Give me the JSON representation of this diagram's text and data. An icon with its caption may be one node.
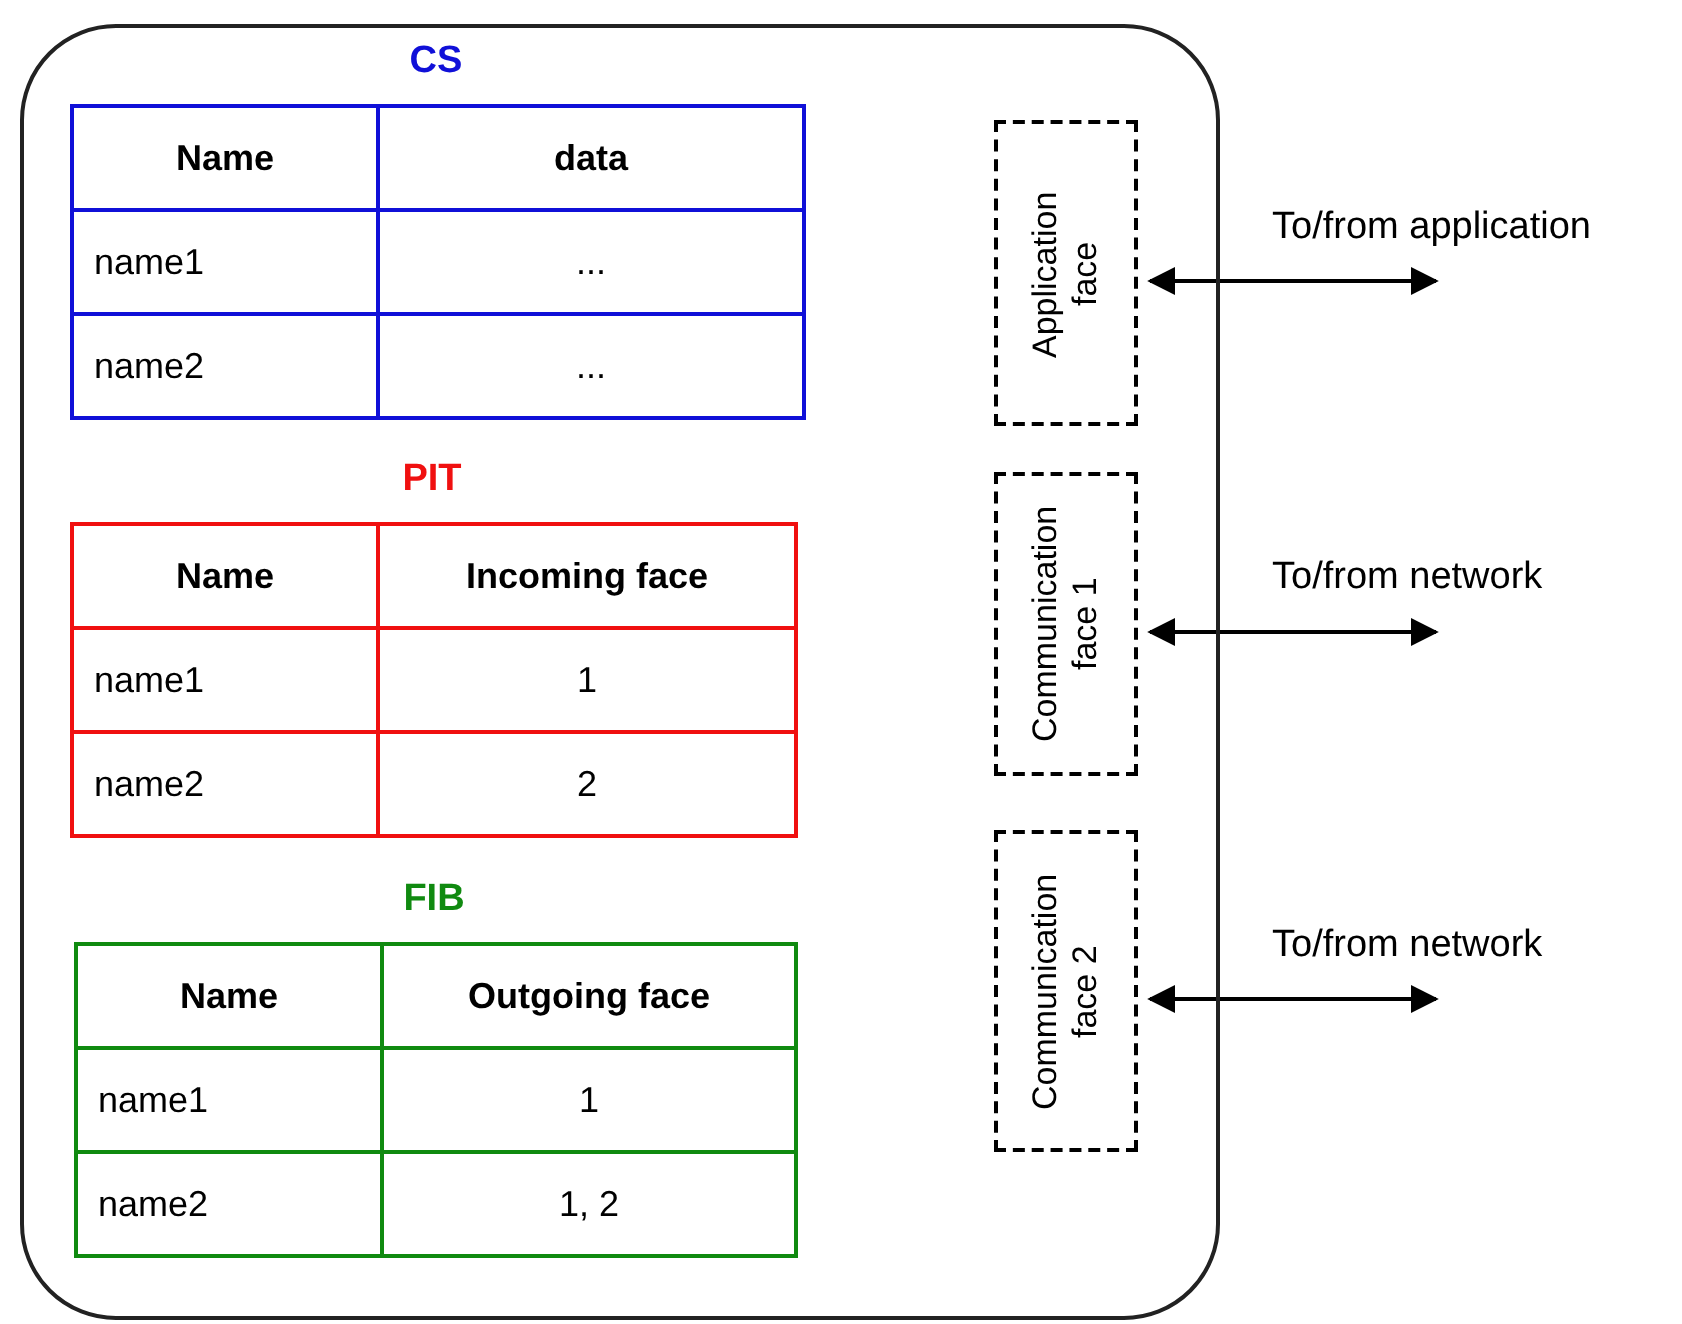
{
  "diagram": {
    "nodes": [
      {
        "text": [],
        "shape": "box"
      },
      {
        "text": [
          "CS",
          "Name",
          "data",
          "name1",
          "...",
          "name2",
          "..."
        ],
        "in": 0
      },
      {
        "text": [
          "PIT",
          "Name",
          "Incoming face",
          "name1",
          "1",
          "name2",
          "2"
        ],
        "in": 0
      },
      {
        "text": [
          "FIB",
          "Name",
          "Outgoing face",
          "name1",
          "1",
          "name2",
          "1, 2"
        ],
        "in": 0
      },
      {
        "text": [
          "Application face"
        ],
        "in": 0
      },
      {
        "text": [
          "Communication face 1"
        ],
        "in": 0
      },
      {
        "text": [
          "Communication face 2"
        ],
        "in": 0
      }
    ],
    "edges": [
      {
        "from": 4,
        "to": null,
        "arrow": "both",
        "label": "To/from application"
      },
      {
        "from": 5,
        "to": null,
        "arrow": "both",
        "label": "To/from network"
      },
      {
        "from": 6,
        "to": null,
        "arrow": "both",
        "label": "To/from network"
      }
    ]
  }
}
